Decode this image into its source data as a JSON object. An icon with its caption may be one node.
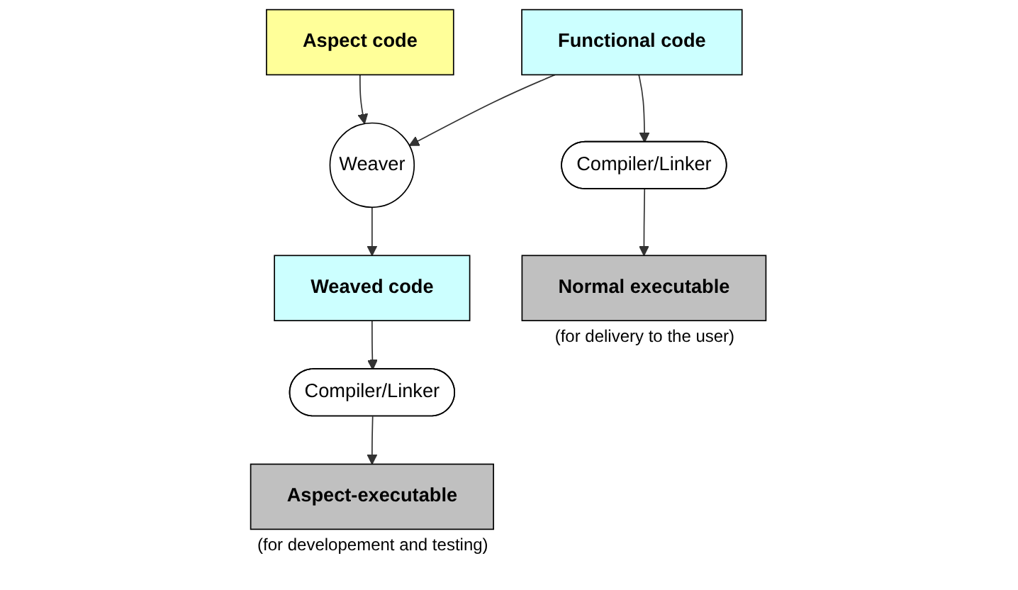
{
  "diagram": {
    "nodes": [
      {
        "text": [
          "Aspect code"
        ]
      },
      {
        "text": [
          "Functional code"
        ]
      },
      {
        "text": [
          "Weaver"
        ]
      },
      {
        "text": [
          "Weaved code"
        ]
      },
      {
        "text": [
          "Compiler/Linker"
        ]
      },
      {
        "text": [
          "Normal executable"
        ],
        "beside": [
          "(for delivery to the user)"
        ]
      },
      {
        "text": [
          "Compiler/Linker"
        ]
      },
      {
        "text": [
          "Aspect-executable"
        ],
        "beside": [
          "(for developement and testing)"
        ]
      }
    ],
    "edges": [
      {
        "from": 0,
        "to": 2,
        "arrow": "to"
      },
      {
        "from": 1,
        "to": 2,
        "arrow": "to"
      },
      {
        "from": 2,
        "to": 3,
        "arrow": "to"
      },
      {
        "from": 1,
        "to": 4,
        "arrow": "to"
      },
      {
        "from": 4,
        "to": 5,
        "arrow": "to"
      },
      {
        "from": 3,
        "to": 6,
        "arrow": "to"
      },
      {
        "from": 6,
        "to": 7,
        "arrow": "to"
      }
    ]
  }
}
